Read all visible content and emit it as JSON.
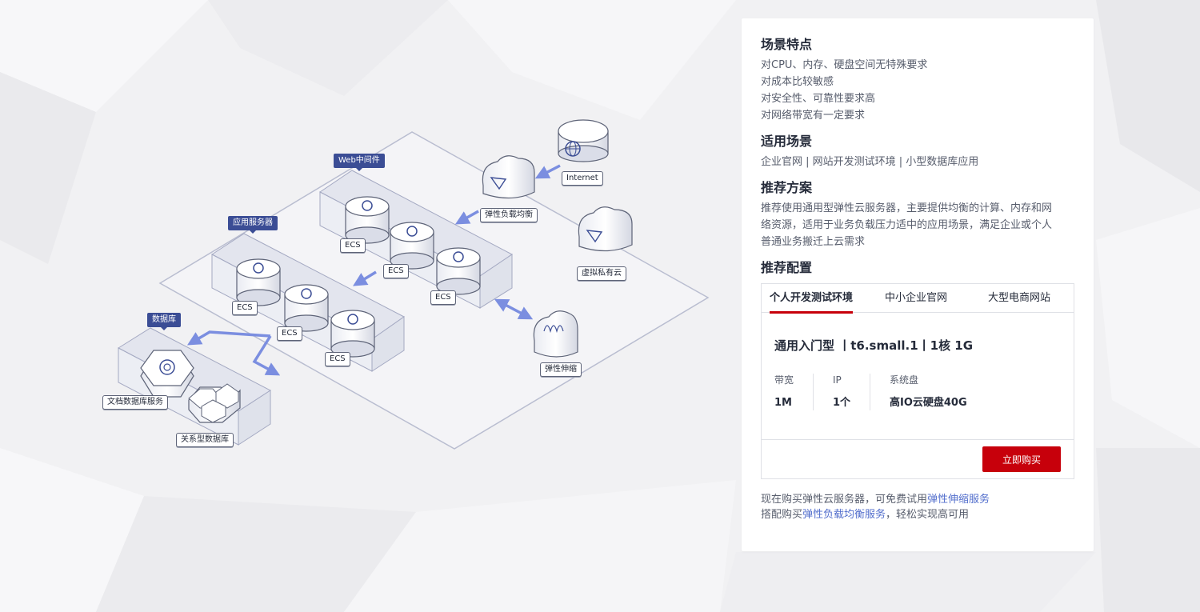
{
  "diagram": {
    "tags": {
      "web": "Web中间件",
      "app": "应用服务器",
      "db": "数据库"
    },
    "labels": {
      "internet": "Internet",
      "elb": "弹性负载均衡",
      "vpc": "虚拟私有云",
      "as": "弹性伸缩",
      "ecs": "ECS",
      "docdb": "文档数据库服务",
      "rds": "关系型数据库"
    }
  },
  "panel": {
    "features_title": "场景特点",
    "features": [
      "对CPU、内存、硬盘空间无特殊要求",
      "对成本比较敏感",
      "对安全性、可靠性要求高",
      "对网络带宽有一定要求"
    ],
    "scenarios_title": "适用场景",
    "scenarios": "企业官网 | 网站开发测试环境 | 小型数据库应用",
    "solution_title": "推荐方案",
    "solution_lines": [
      "推荐使用通用型弹性云服务器，主要提供均衡的计算、内存和网",
      "络资源，适用于业务负载压力适中的应用场景，满足企业或个人",
      "普通业务搬迁上云需求"
    ],
    "config_title": "推荐配置",
    "tabs": [
      "个人开发测试环境",
      "中小企业官网",
      "大型电商网站"
    ],
    "plan_name": "通用入门型 丨t6.small.1丨1核 1G",
    "specs": [
      {
        "label": "带宽",
        "value": "1M"
      },
      {
        "label": "IP",
        "value": "1个"
      },
      {
        "label": "系统盘",
        "value": "高IO云硬盘40G"
      }
    ],
    "buy_label": "立即购买",
    "promo": {
      "line1_prefix": "现在购买弹性云服务器，可免费试用",
      "line1_link": "弹性伸缩服务",
      "line2_prefix": "搭配购买",
      "line2_link": "弹性负载均衡服务",
      "line2_suffix": "，轻松实现高可用"
    }
  },
  "colors": {
    "accent_red": "#c7000b",
    "link_blue": "#526ecc",
    "tag_blue": "#3b4d95",
    "arrow_blue": "#7b8ee0"
  }
}
